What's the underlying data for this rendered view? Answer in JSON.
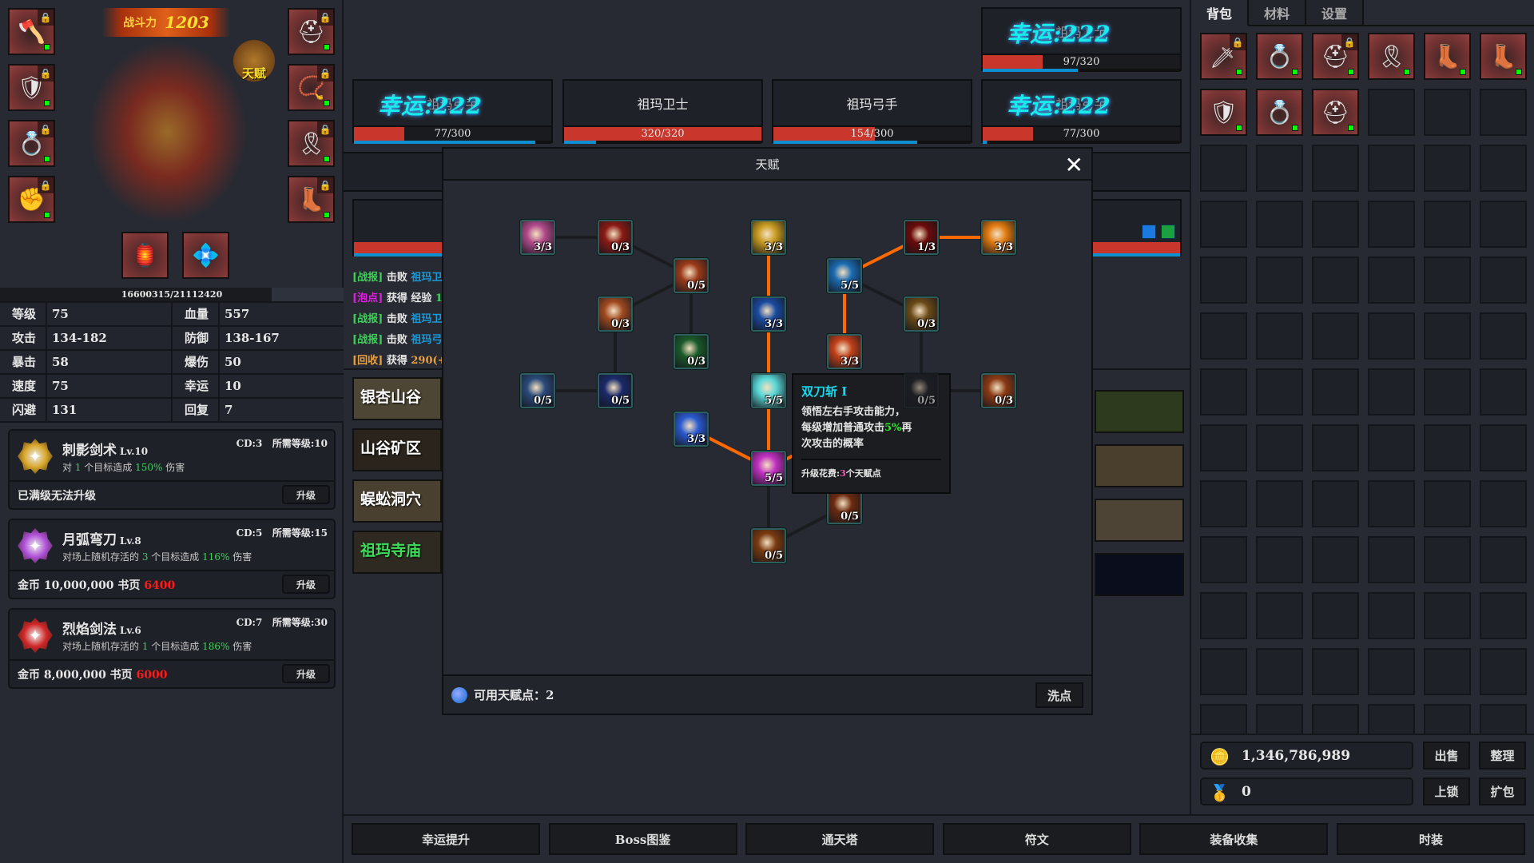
{
  "character": {
    "combat_power_label": "战斗力",
    "combat_power": "1203",
    "talent_badge": "天赋",
    "exp": "16600315/21112420",
    "exp_fraction": 0.786,
    "left_slots": [
      {
        "icon": "axe-icon",
        "locked": true
      },
      {
        "icon": "armor-icon",
        "locked": true
      },
      {
        "icon": "ring-icon",
        "locked": true
      },
      {
        "icon": "knuckle-icon",
        "locked": true
      }
    ],
    "right_slots": [
      {
        "icon": "helmet-icon",
        "locked": true
      },
      {
        "icon": "necklace-icon",
        "locked": true
      },
      {
        "icon": "belt-icon",
        "locked": true
      },
      {
        "icon": "boots-icon",
        "locked": true
      }
    ],
    "extra_slots": [
      {
        "icon": "jade-pendant-icon"
      },
      {
        "icon": "gem-medal-icon"
      }
    ]
  },
  "stats": [
    [
      "等级",
      "75",
      "血量",
      "557"
    ],
    [
      "攻击",
      "134-182",
      "防御",
      "138-167"
    ],
    [
      "暴击",
      "58",
      "爆伤",
      "50"
    ],
    [
      "速度",
      "75",
      "幸运",
      "10"
    ],
    [
      "闪避",
      "131",
      "回复",
      "7"
    ]
  ],
  "skills": [
    {
      "name": "刺影剑术",
      "level": "Lv.10",
      "cd": "CD:3",
      "req": "所需等级:10",
      "desc": [
        "对 ",
        "1",
        " 个目标造成 ",
        "150%",
        " 伤害"
      ],
      "footer": "已满级无法升级",
      "cost": "",
      "pages": "",
      "button": "升级",
      "color": "#d8a62a"
    },
    {
      "name": "月弧弯刀",
      "level": "Lv.8",
      "cd": "CD:5",
      "req": "所需等级:15",
      "desc": [
        "对场上随机存活的 ",
        "3",
        " 个目标造成 ",
        "116%",
        " 伤害"
      ],
      "footer": "",
      "cost": "金币 10,000,000 书页 ",
      "pages": "6400",
      "button": "升级",
      "color": "#b050d8"
    },
    {
      "name": "烈焰剑法",
      "level": "Lv.6",
      "cd": "CD:7",
      "req": "所需等级:30",
      "desc": [
        "对场上随机存活的 ",
        "1",
        " 个目标造成 ",
        "186%",
        " 伤害"
      ],
      "footer": "",
      "cost": "金币 8,000,000 书页 ",
      "pages": "6000",
      "button": "升级",
      "color": "#d02828"
    }
  ],
  "enemies": [
    {
      "name": "祖玛弓手",
      "hp": "77/300",
      "hp_frac": 0.257,
      "mp_frac": 0.92,
      "overlay": "幸运:222"
    },
    {
      "name": "祖玛卫士",
      "hp": "320/320",
      "hp_frac": 1,
      "mp_frac": 0.16,
      "overlay": ""
    },
    {
      "name": "祖玛弓手",
      "hp": "154/300",
      "hp_frac": 0.513,
      "mp_frac": 0.73,
      "overlay": ""
    },
    {
      "name": "祖玛弓手",
      "hp": "77/300",
      "hp_frac": 0.257,
      "mp_frac": 0.02,
      "overlay": "幸运:222"
    },
    {
      "name": "祖玛卫士",
      "hp": "97/320",
      "hp_frac": 0.303,
      "mp_frac": 0.48,
      "overlay": "幸运:222"
    }
  ],
  "log": [
    {
      "tag": "[战报]",
      "tag_color": "#3fcf5a",
      "verb": "击败",
      "obj": "祖玛卫",
      "obj_color": "#1a9ad8"
    },
    {
      "tag": "[泡点]",
      "tag_color": "#e020e0",
      "verb": "获得 经验",
      "obj": "1",
      "obj_color": "#3fcf5a"
    },
    {
      "tag": "[战报]",
      "tag_color": "#3fcf5a",
      "verb": "击败",
      "obj": "祖玛卫",
      "obj_color": "#1a9ad8"
    },
    {
      "tag": "[战报]",
      "tag_color": "#3fcf5a",
      "verb": "击败",
      "obj": "祖玛弓",
      "obj_color": "#1a9ad8"
    },
    {
      "tag": "[回收]",
      "tag_color": "#e8a040",
      "verb": "获得",
      "obj": "290(+",
      "obj_color": "#e8a040"
    }
  ],
  "zones": [
    {
      "name": "银杏山谷",
      "color": "#ffffff"
    },
    {
      "name": "山谷矿区",
      "color": "#ffffff"
    },
    {
      "name": "蜈蚣洞穴",
      "color": "#ffffff"
    },
    {
      "name": "祖玛寺庙",
      "color": "#3fdc5a"
    }
  ],
  "talent": {
    "title": "天赋",
    "close": "✕",
    "points_label": "可用天赋点：",
    "points": "2",
    "reset": "洗点",
    "nodes": [
      {
        "icon": "heart-gem-icon",
        "level": "3/3",
        "color": "#b04a8a"
      },
      {
        "icon": "burst-icon",
        "level": "0/3",
        "color": "#8a1a14"
      },
      {
        "icon": "blade-icon",
        "level": "3/3",
        "color": "#c89a20"
      },
      {
        "icon": "bloody-dagger-icon",
        "level": "1/3",
        "color": "#6a0a0a"
      },
      {
        "icon": "flame-shield-icon",
        "level": "3/3",
        "color": "#e07a10"
      },
      {
        "icon": "fire-wing-icon",
        "level": "0/5",
        "color": "#9a3a1a"
      },
      {
        "icon": "monk-icon",
        "level": "5/5",
        "color": "#1a6ab0"
      },
      {
        "icon": "spear-icon",
        "level": "0/3",
        "color": "#a04a20"
      },
      {
        "icon": "shadow-icon",
        "level": "3/3",
        "color": "#1a4aa0"
      },
      {
        "icon": "glowing-sword-icon",
        "level": "0/3",
        "color": "#6a4a18"
      },
      {
        "icon": "green-rune-icon",
        "level": "0/3",
        "color": "#1a5a2a"
      },
      {
        "icon": "burning-heart-icon",
        "level": "3/3",
        "color": "#c0401a"
      },
      {
        "icon": "shield-icon",
        "level": "0/5",
        "color": "#2a4a7a"
      },
      {
        "icon": "crescent-icon",
        "level": "0/5",
        "color": "#1a2a6a"
      },
      {
        "icon": "twin-blades-icon",
        "level": "5/5",
        "color": "#5ad8d8"
      },
      {
        "icon": "hidden-icon",
        "level": "0/5",
        "color": "#1e2026"
      },
      {
        "icon": "starburst-icon",
        "level": "0/3",
        "color": "#8a3a14"
      },
      {
        "icon": "dash-icon",
        "level": "3/3",
        "color": "#2a5ad0"
      },
      {
        "icon": "pink-flame-icon",
        "level": "5/5",
        "color": "#c030c0"
      },
      {
        "icon": "flame-orb-icon",
        "level": "0/5",
        "color": "#6a2a10"
      },
      {
        "icon": "fire-orb-icon",
        "level": "0/5",
        "color": "#7a3a10"
      }
    ],
    "tooltip": {
      "title": "双刀斩 I",
      "desc_a": "领悟左右手攻击能力，每级增加普通攻击",
      "desc_pct": "5%",
      "desc_b": "再次攻击的概率",
      "cost_label": "升级花费:",
      "cost": "3",
      "cost_unit": "个天赋点"
    }
  },
  "bag": {
    "tabs": [
      "背包",
      "材料",
      "设置"
    ],
    "active_tab": 0,
    "items": [
      {
        "icon": "whip-icon",
        "locked": true
      },
      {
        "icon": "ring-icon"
      },
      {
        "icon": "helmet-icon",
        "locked": true
      },
      {
        "icon": "belt-icon"
      },
      {
        "icon": "boots-icon"
      },
      {
        "icon": "boots-icon"
      },
      {
        "icon": "armor-icon"
      },
      {
        "icon": "ring-icon"
      },
      {
        "icon": "helmet-icon"
      }
    ],
    "gold": "1,346,786,989",
    "ingot": "0",
    "sell": "出售",
    "sort": "整理",
    "lock": "上锁",
    "expand": "扩包"
  },
  "bottom_buttons": [
    "幸运提升",
    "Boss图鉴",
    "通天塔",
    "符文",
    "装备收集",
    "时装"
  ]
}
